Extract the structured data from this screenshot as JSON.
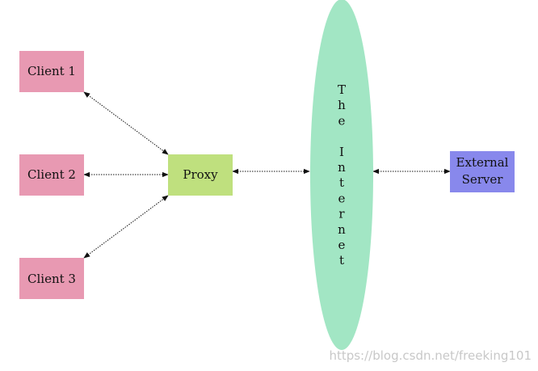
{
  "diagram": {
    "clients": [
      {
        "label": "Client 1"
      },
      {
        "label": "Client 2"
      },
      {
        "label": "Client 3"
      }
    ],
    "proxy": {
      "label": "Proxy"
    },
    "internet": {
      "label": "The Internet",
      "letters": [
        "T",
        "h",
        "e",
        "",
        "I",
        "n",
        "t",
        "e",
        "r",
        "n",
        "e",
        "t"
      ]
    },
    "server": {
      "label_line1": "External",
      "label_line2": "Server"
    },
    "colors": {
      "client_fill": "#e899b2",
      "proxy_fill": "#bfe07e",
      "internet_fill": "#a2e6c4",
      "server_fill": "#8888ec",
      "edge": "#111111"
    },
    "edges": [
      {
        "from": "Client 1",
        "to": "Proxy",
        "direction": "both"
      },
      {
        "from": "Client 2",
        "to": "Proxy",
        "direction": "both"
      },
      {
        "from": "Client 3",
        "to": "Proxy",
        "direction": "both"
      },
      {
        "from": "Proxy",
        "to": "The Internet",
        "direction": "both"
      },
      {
        "from": "The Internet",
        "to": "External Server",
        "direction": "both"
      }
    ]
  },
  "watermark": {
    "text": "https://blog.csdn.net/freeking101"
  }
}
